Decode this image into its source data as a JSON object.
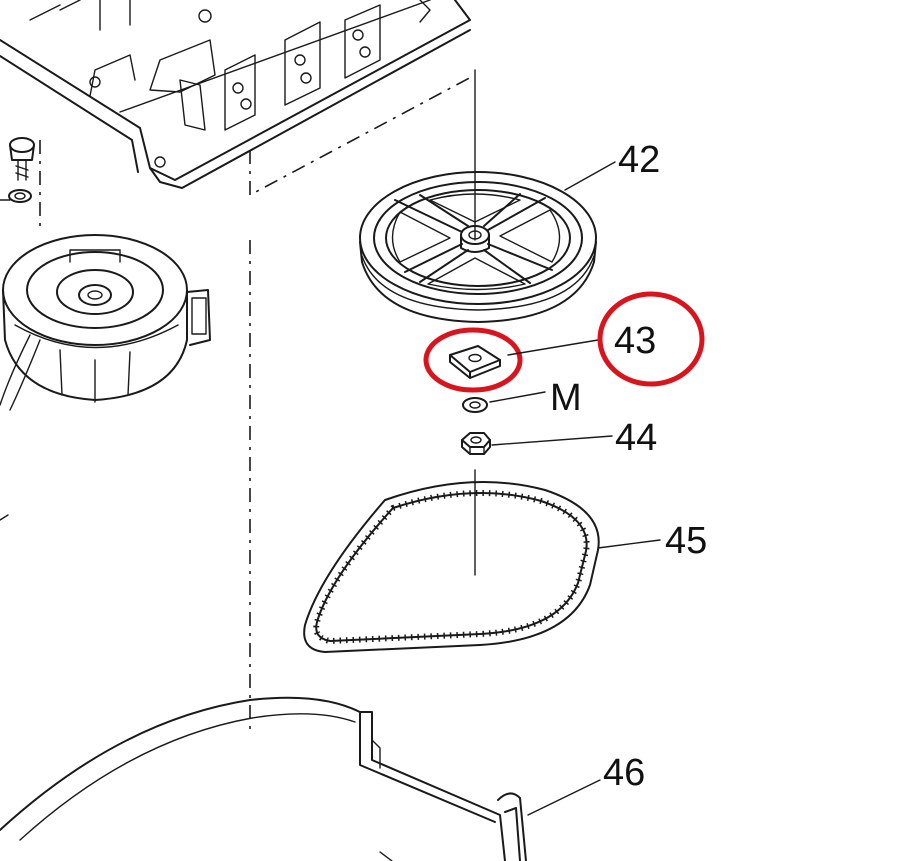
{
  "labels": {
    "p42": "42",
    "p43": "43",
    "pM": "M",
    "p44": "44",
    "p45": "45",
    "p46": "46"
  },
  "highlight": {
    "color": "#d9141c",
    "target_part": "43"
  },
  "colors": {
    "line": "#1a1a1a",
    "background": "#ffffff"
  }
}
